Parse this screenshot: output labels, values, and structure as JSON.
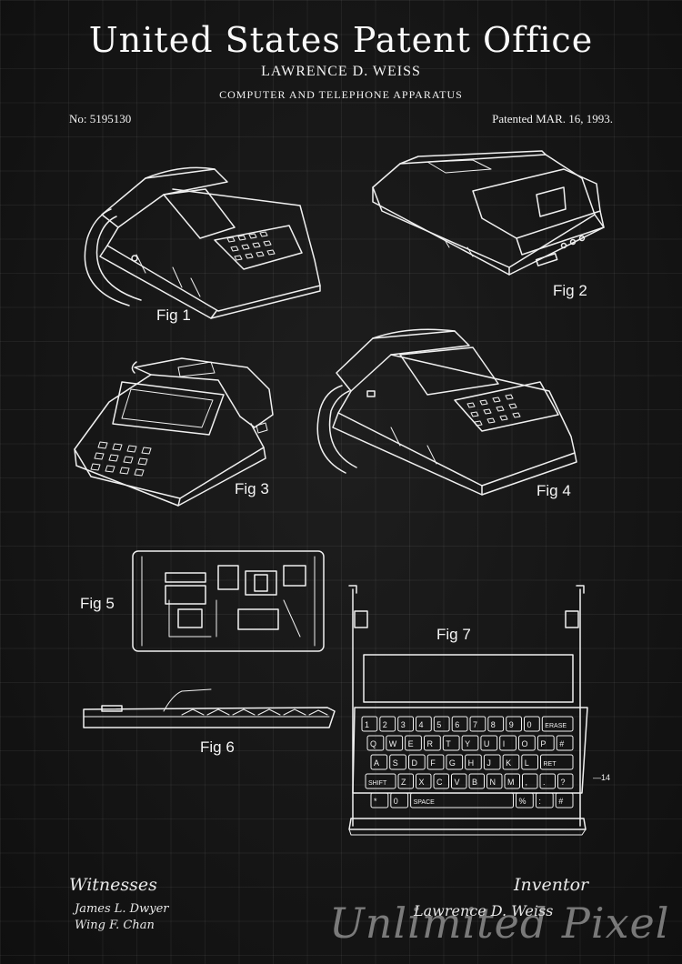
{
  "header": {
    "title": "United States Patent Office",
    "inventor": "LAWRENCE D. WEISS",
    "invention": "COMPUTER AND TELEPHONE APPARATUS",
    "patent_number": "No: 5195130",
    "patent_date": "Patented MAR. 16, 1993."
  },
  "figures": {
    "fig1": "Fig 1",
    "fig2": "Fig 2",
    "fig3": "Fig 3",
    "fig4": "Fig 4",
    "fig5": "Fig 5",
    "fig6": "Fig 6",
    "fig7": "Fig 7"
  },
  "keyboard": {
    "rows": [
      [
        "1",
        "2",
        "3",
        "4",
        "5",
        "6",
        "7",
        "8",
        "9",
        "0",
        "ERASE"
      ],
      [
        "Q",
        "W",
        "E",
        "R",
        "T",
        "Y",
        "U",
        "I",
        "O",
        "P",
        "#"
      ],
      [
        "A",
        "S",
        "D",
        "F",
        "G",
        "H",
        "J",
        "K",
        "L",
        "RET"
      ],
      [
        "SHIFT",
        "Z",
        "X",
        "C",
        "V",
        "B",
        "N",
        "M",
        ",",
        ".",
        "?"
      ],
      [
        "*",
        "0",
        "SPACE",
        "%",
        ":",
        "#"
      ]
    ],
    "ref": "14"
  },
  "footer": {
    "witnesses_heading": "Witnesses",
    "witness_1": "James L. Dwyer",
    "witness_2": "Wing F. Chan",
    "inventor_heading": "Inventor",
    "inventor_signature": "Lawrence D. Weiss"
  },
  "watermark": "Unlimited Pixel",
  "colors": {
    "background": "#141414",
    "ink": "#f2f2f2"
  }
}
